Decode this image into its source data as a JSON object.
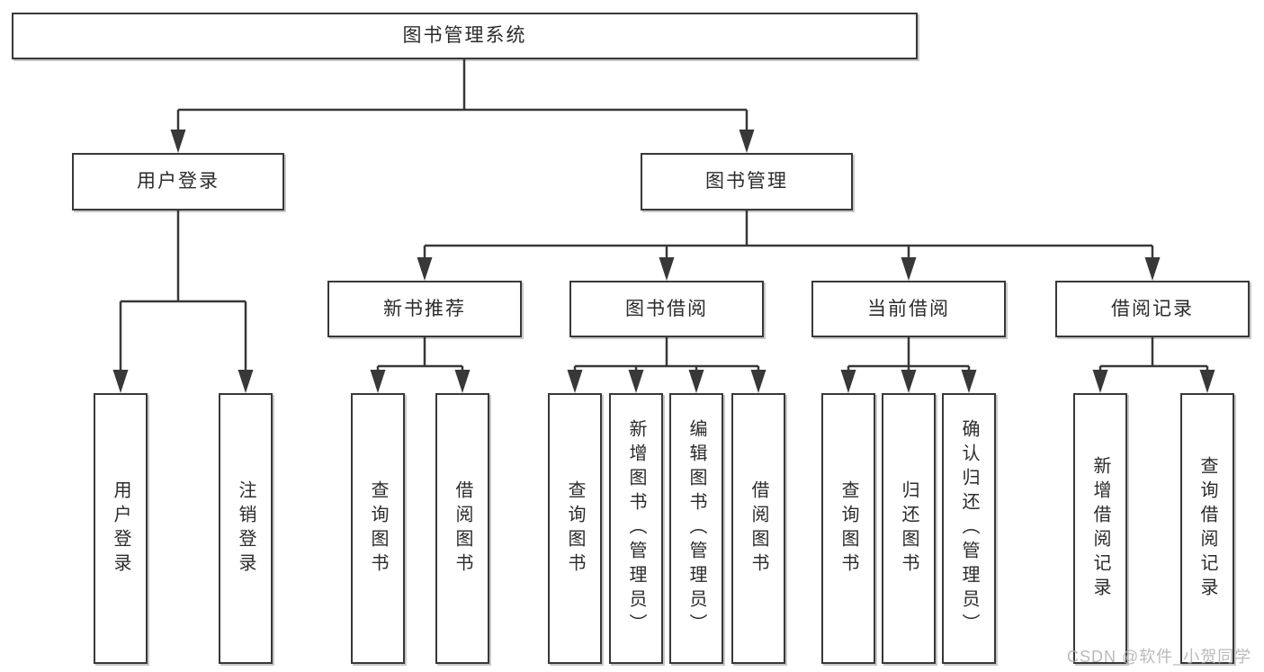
{
  "diagram": {
    "type": "tree",
    "title": "图书管理系统",
    "nodes": {
      "root": "图书管理系统",
      "user_login": "用户登录",
      "book_mgmt": "图书管理",
      "new_book_rec": "新书推荐",
      "book_borrow": "图书借阅",
      "current_borrow": "当前借阅",
      "borrow_records": "借阅记录",
      "leaf_user_login": "用户登录",
      "leaf_logout": "注销登录",
      "leaf_nbr_query": "查询图书",
      "leaf_nbr_borrow": "借阅图书",
      "leaf_bb_query": "查询图书",
      "leaf_bb_add": "新增图书（管理员）",
      "leaf_bb_edit": "编辑图书（管理员）",
      "leaf_bb_borrow": "借阅图书",
      "leaf_cb_query": "查询图书",
      "leaf_cb_return": "归还图书",
      "leaf_cb_confirm": "确认归还（管理员）",
      "leaf_br_add": "新增借阅记录",
      "leaf_br_query": "查询借阅记录"
    },
    "hierarchy": {
      "root": [
        "user_login",
        "book_mgmt"
      ],
      "user_login": [
        "leaf_user_login",
        "leaf_logout"
      ],
      "book_mgmt": [
        "new_book_rec",
        "book_borrow",
        "current_borrow",
        "borrow_records"
      ],
      "new_book_rec": [
        "leaf_nbr_query",
        "leaf_nbr_borrow"
      ],
      "book_borrow": [
        "leaf_bb_query",
        "leaf_bb_add",
        "leaf_bb_edit",
        "leaf_bb_borrow"
      ],
      "current_borrow": [
        "leaf_cb_query",
        "leaf_cb_return",
        "leaf_cb_confirm"
      ],
      "borrow_records": [
        "leaf_br_add",
        "leaf_br_query"
      ]
    },
    "colors": {
      "line": "#383838",
      "box_border": "#383838",
      "box_fill": "#ffffff",
      "text": "#2b2b2b",
      "watermark_text": "#b3b3b3",
      "background": "#ffffff"
    },
    "watermark": "CSDN @软件_小贺同学"
  }
}
